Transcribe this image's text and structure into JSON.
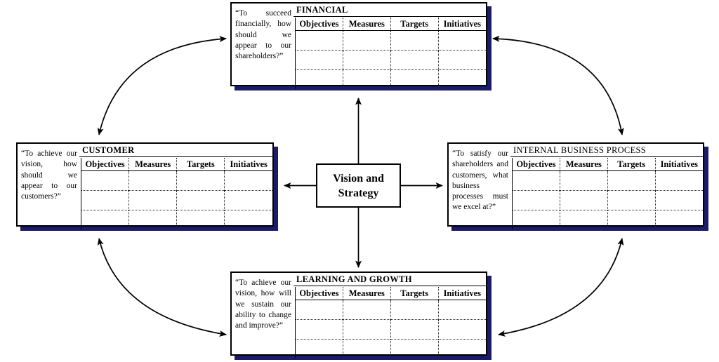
{
  "center_box": {
    "line1": "Vision and",
    "line2": "Strategy"
  },
  "table_headers": [
    "Objectives",
    "Measures",
    "Targets",
    "Initiatives"
  ],
  "perspectives": {
    "financial": {
      "title": "FINANCIAL",
      "question": "“To succeed financially, how should we appear to our shareholders?”"
    },
    "customer": {
      "title": "CUSTOMER",
      "question": "“To achieve our vision, how should we appear to our customers?”"
    },
    "internal_business_process": {
      "title": "INTERNAL BUSINESS PROCESS",
      "question": "“To satisfy our shareholders and customers, what business processes must we excel at?”"
    },
    "learning_and_growth": {
      "title": "LEARNING AND GROWTH",
      "question": "“To achieve our vision, how will we sustain our ability to change and improve?”"
    }
  },
  "colors": {
    "box_border": "#000000",
    "box_shadow": "#1b1b6b",
    "arrow": "#000000",
    "background": "#ffffff"
  }
}
